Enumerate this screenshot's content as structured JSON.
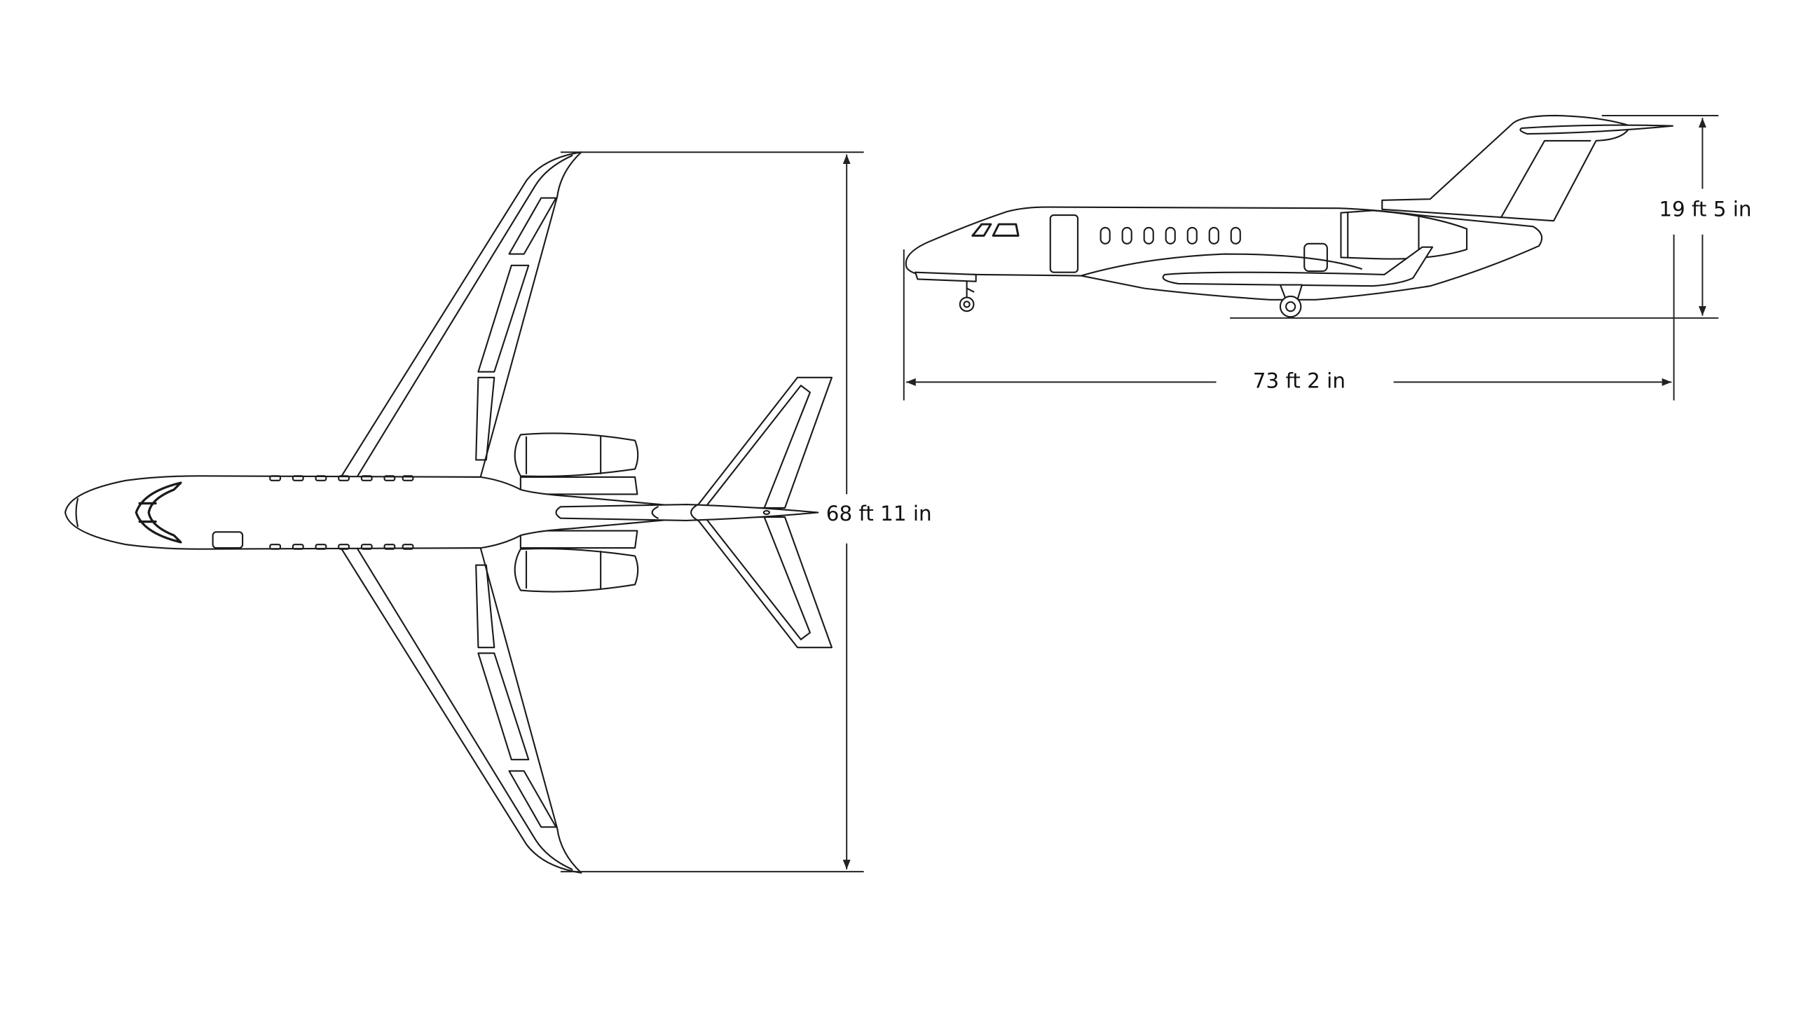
{
  "diagram": {
    "top_view": {
      "wingspan_label": "68 ft 11 in"
    },
    "side_view": {
      "length_label": "73 ft 2 in",
      "height_label": "19 ft 5 in"
    },
    "line_color": "#1a1a1a",
    "background": "#ffffff"
  }
}
